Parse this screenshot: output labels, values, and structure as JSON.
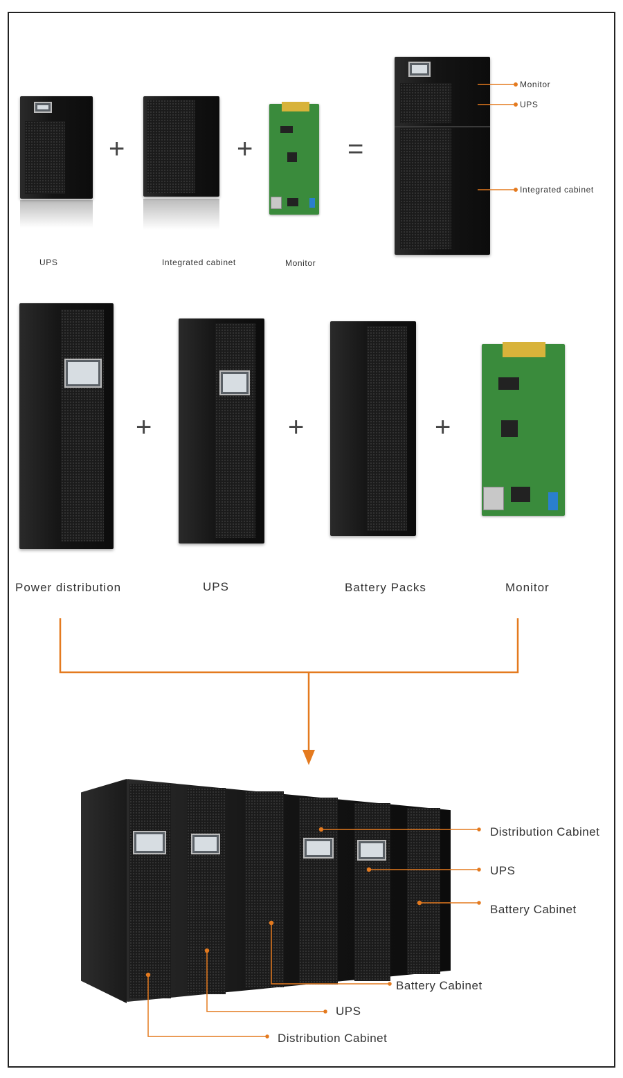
{
  "row1": {
    "labels": {
      "ups": "UPS",
      "cabinet": "Integrated cabinet",
      "monitor": "Monitor"
    },
    "operators": [
      "+",
      "+",
      "="
    ],
    "callouts": {
      "monitor": "Monitor",
      "ups": "UPS",
      "cabinet": "Integrated cabinet"
    }
  },
  "row2": {
    "labels": {
      "power": "Power distribution",
      "ups": "UPS",
      "battery": "Battery Packs",
      "monitor": "Monitor"
    },
    "operators": [
      "+",
      "+",
      "+"
    ]
  },
  "row3": {
    "callouts_right": {
      "distribution": "Distribution Cabinet",
      "ups": "UPS",
      "battery": "Battery Cabinet"
    },
    "callouts_bottom": {
      "battery": "Battery  Cabinet",
      "ups": "UPS",
      "distribution": "Distribution Cabinet"
    }
  },
  "colors": {
    "accent": "#e47a1f",
    "cabinet": "#141414",
    "pcb": "#3a8b3c"
  }
}
